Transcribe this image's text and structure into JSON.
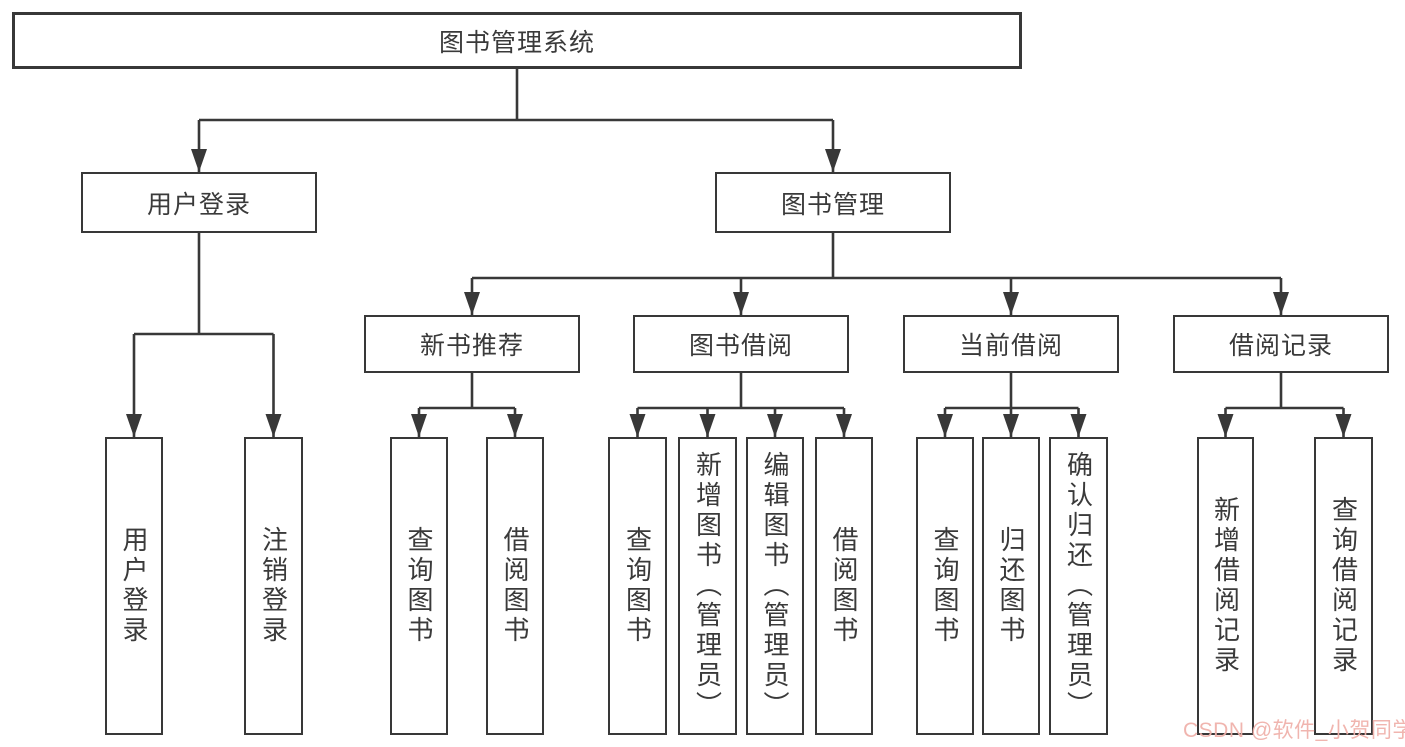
{
  "colors": {
    "line": "#383838",
    "text": "#3a3a3a",
    "background": "#ffffff",
    "watermark": "#f0b2ab"
  },
  "root": {
    "label": "图书管理系统"
  },
  "branches": {
    "user_login": {
      "label": "用户登录",
      "children": {
        "login": {
          "label": "用户登录"
        },
        "logout": {
          "label": "注销登录"
        }
      }
    },
    "book_mgmt": {
      "label": "图书管理",
      "sections": {
        "new_book_rec": {
          "label": "新书推荐",
          "children": {
            "query": {
              "label": "查询图书"
            },
            "borrow": {
              "label": "借阅图书"
            }
          }
        },
        "book_borrow": {
          "label": "图书借阅",
          "children": {
            "query": {
              "label": "查询图书"
            },
            "add": {
              "label": "新增图书（管理员）"
            },
            "edit": {
              "label": "编辑图书（管理员）"
            },
            "borrow": {
              "label": "借阅图书"
            }
          }
        },
        "current_borrow": {
          "label": "当前借阅",
          "children": {
            "query": {
              "label": "查询图书"
            },
            "return_book": {
              "label": "归还图书"
            },
            "confirm_return": {
              "label": "确认归还（管理员）"
            }
          }
        },
        "borrow_records": {
          "label": "借阅记录",
          "children": {
            "add_record": {
              "label": "新增借阅记录"
            },
            "query_record": {
              "label": "查询借阅记录"
            }
          }
        }
      }
    }
  },
  "watermark": {
    "text": "CSDN @软件_小贺同学"
  }
}
